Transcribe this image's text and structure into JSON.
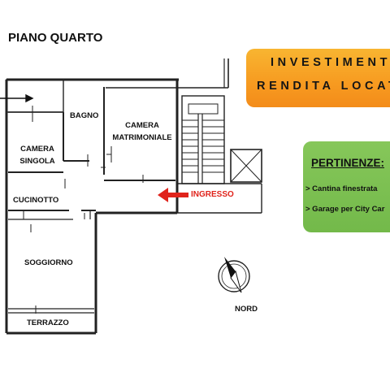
{
  "floor_title": "PIANO QUARTO",
  "rooms": {
    "bagno": "BAGNO",
    "camera_matrimoniale_1": "CAMERA",
    "camera_matrimoniale_2": "MATRIMONIALE",
    "camera_singola_1": "CAMERA",
    "camera_singola_2": "SINGOLA",
    "cucinotto": "CUCINOTTO",
    "soggiorno": "SOGGIORNO",
    "terrazzo": "TERRAZZO"
  },
  "entrance_label": "INGRESSO",
  "north_label": "NORD",
  "banner": {
    "line1": "INVESTIMENTO",
    "line2": "RENDITA LOCATIVA"
  },
  "pertinenze": {
    "title": "PERTINENZE:",
    "items": [
      "> Cantina finestrata",
      "> Garage per City Car"
    ]
  },
  "colors": {
    "accent_red": "#e0231b",
    "banner_orange": "#f79a20",
    "banner_green": "#73b94a"
  }
}
